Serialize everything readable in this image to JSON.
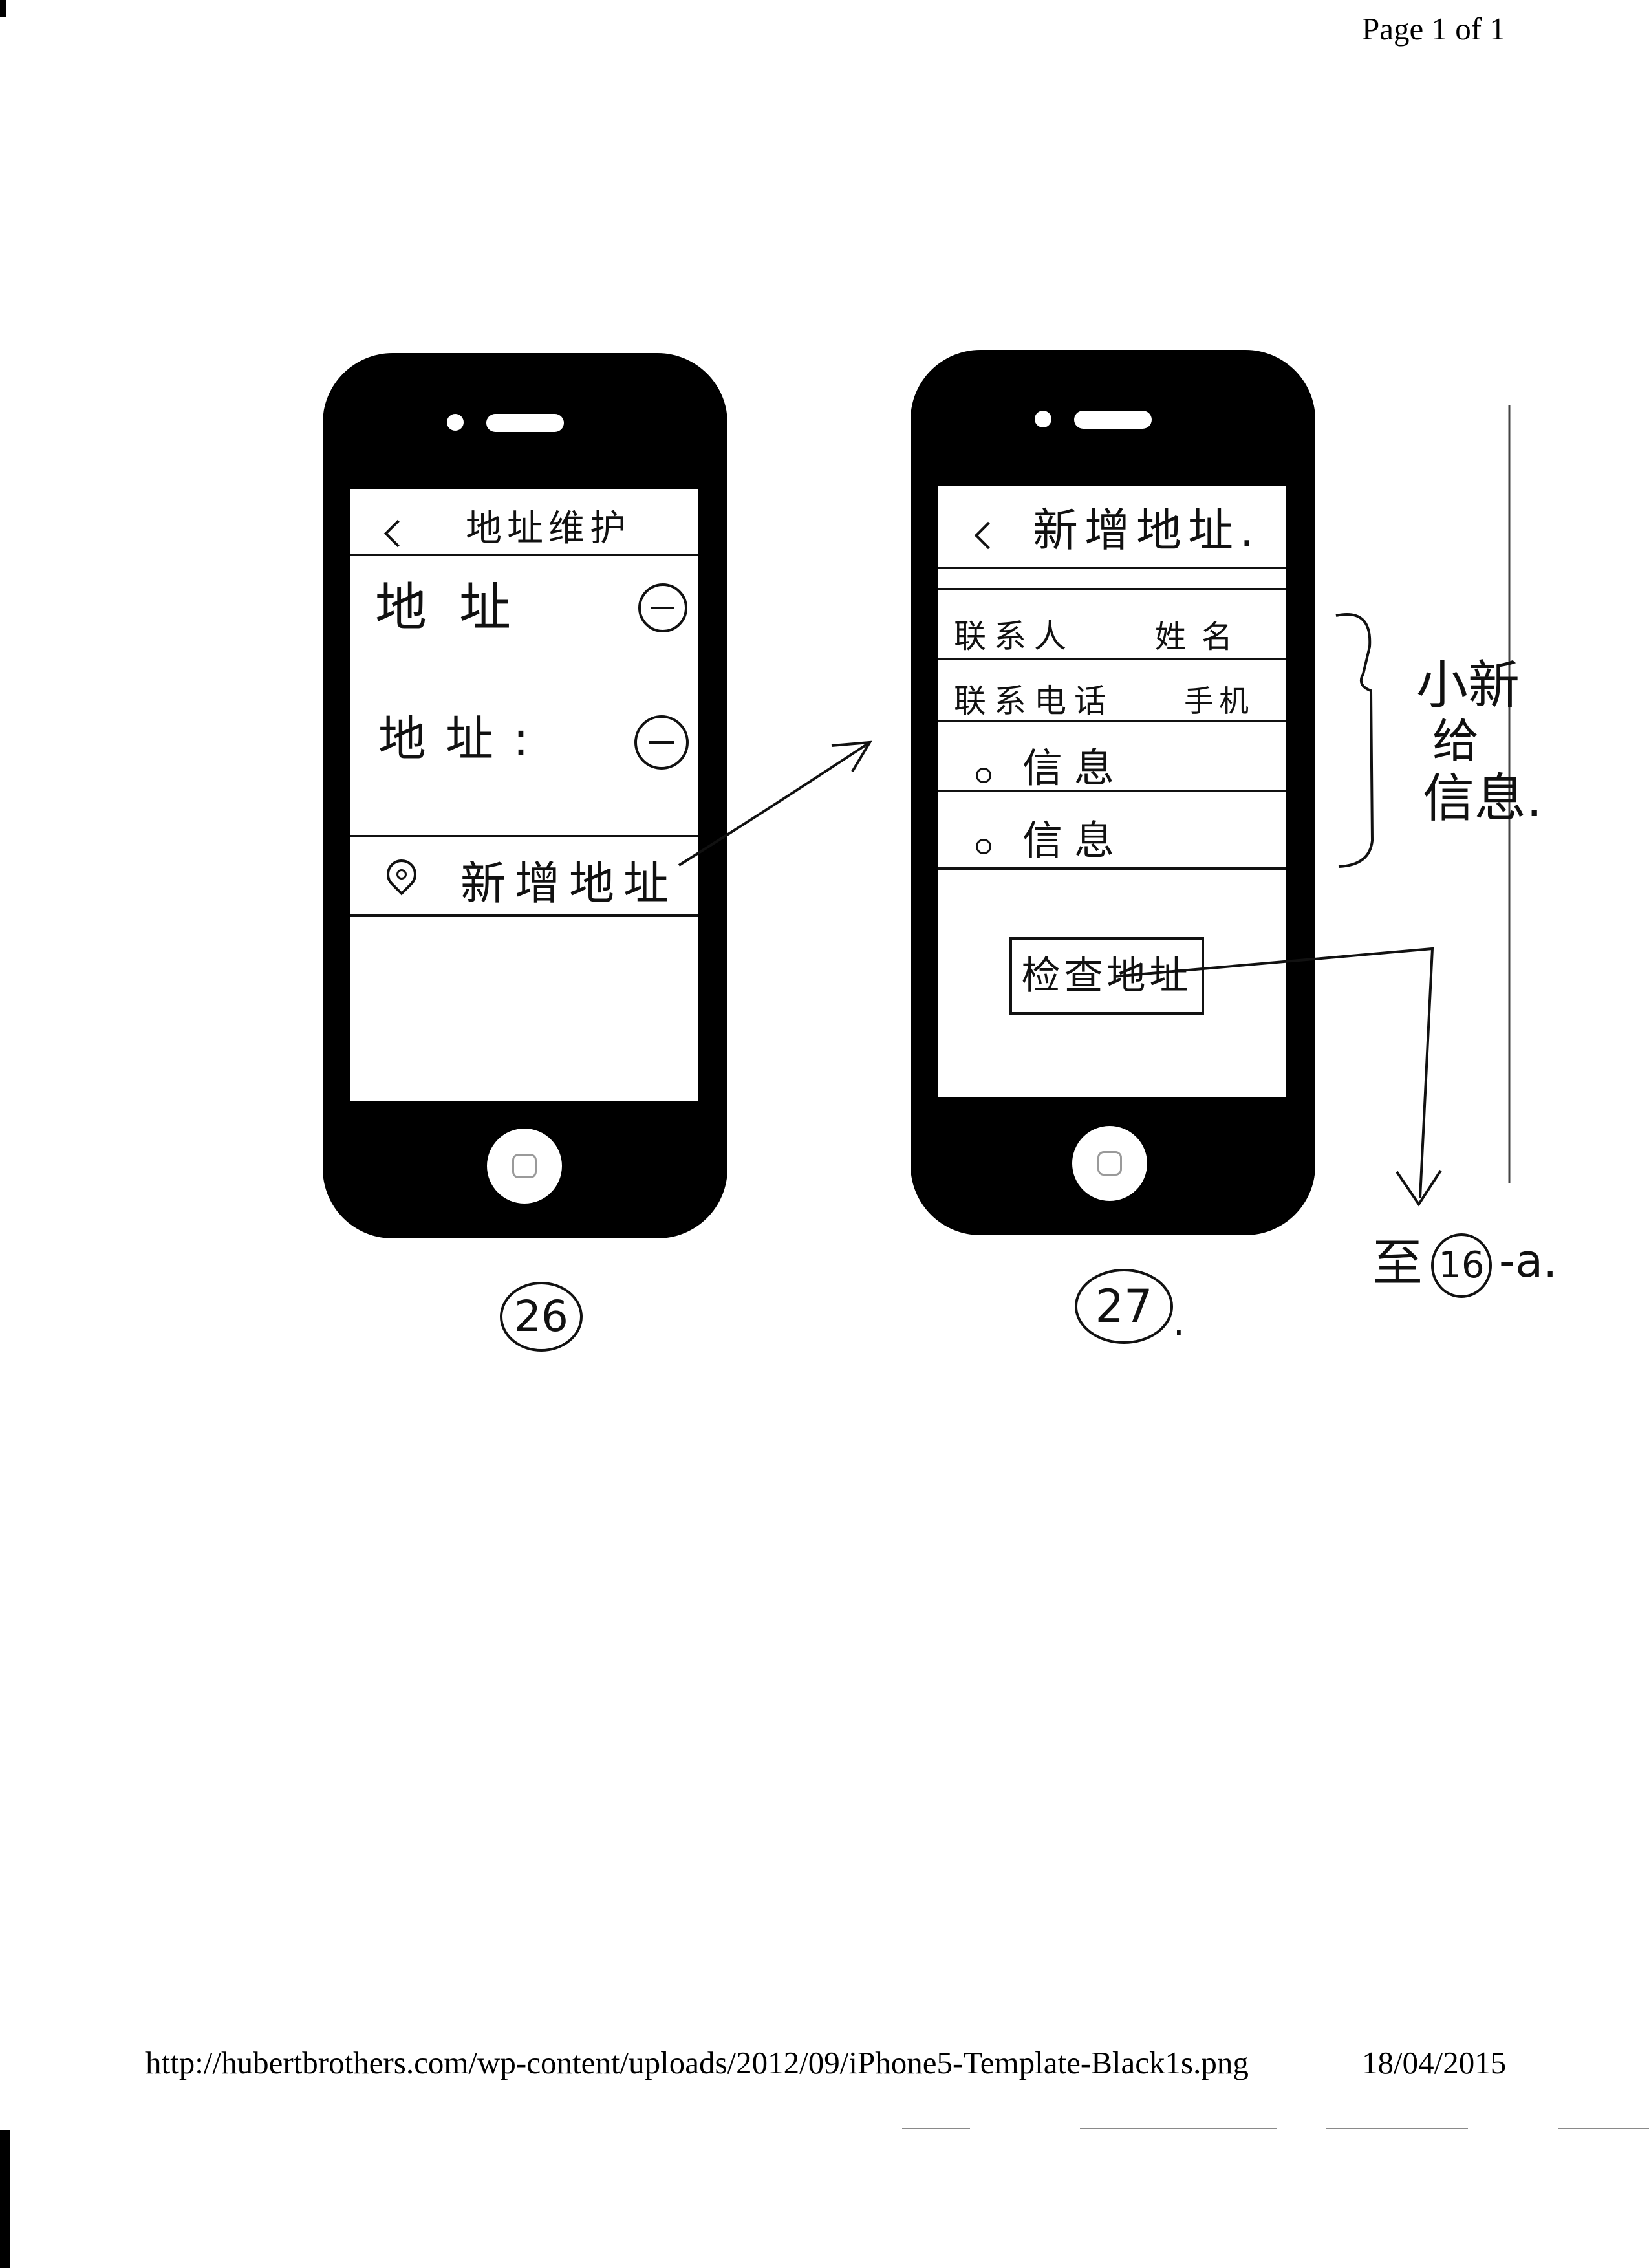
{
  "document": {
    "header": "Page 1 of 1",
    "footer_url": "http://hubertbrothers.com/wp-content/uploads/2012/09/iPhone5-Template-Black1s.png",
    "footer_date": "18/04/2015"
  },
  "colors": {
    "paper": "#ffffff",
    "ink": "#111111",
    "phone_body": "#000000",
    "screen": "#ffffff",
    "home_button_outline": "#9a9a9a"
  },
  "screens": [
    {
      "number": "26",
      "back_icon": "chevron-left-icon",
      "title": "地址维护",
      "address_rows": [
        {
          "label": "地址",
          "action_icon": "minus-circle-icon"
        },
        {
          "label": "地址:",
          "action_icon": "minus-circle-icon"
        }
      ],
      "add_row": {
        "icon": "location-pin-icon",
        "label": "新增地址"
      }
    },
    {
      "number": "27",
      "number_suffix": ".",
      "back_icon": "chevron-left-icon",
      "title": "新增地址.",
      "fields": [
        {
          "label": "联系人",
          "value": "姓名"
        },
        {
          "label": "联系电话",
          "value": "手机"
        }
      ],
      "options": [
        {
          "icon": "radio-icon",
          "label": "信息"
        },
        {
          "icon": "radio-icon",
          "label": "信息"
        }
      ],
      "submit_label": "检查地址"
    }
  ],
  "annotations": {
    "bracket_note": [
      "小新",
      "给",
      "信息."
    ],
    "goto": {
      "prefix": "至",
      "circled": "16",
      "suffix": "-a."
    }
  }
}
